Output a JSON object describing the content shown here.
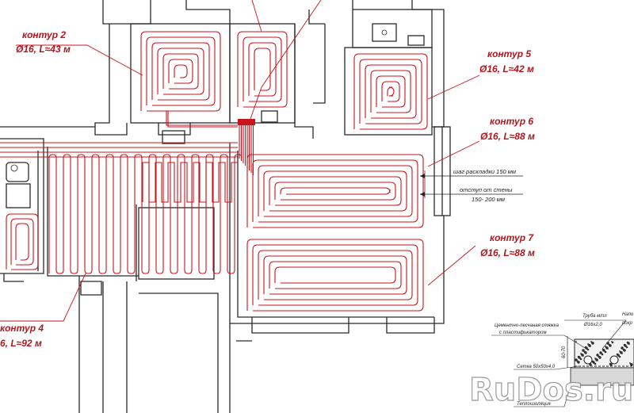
{
  "circuits": [
    {
      "id": "2",
      "name": "контур 2",
      "spec": "Ø16, L≈43 м"
    },
    {
      "id": "5",
      "name": "контур 5",
      "spec": "Ø16, L≈42 м"
    },
    {
      "id": "6",
      "name": "контур 6",
      "spec": "Ø16, L≈88 м"
    },
    {
      "id": "7",
      "name": "контур 7",
      "spec": "Ø16, L≈88 м"
    },
    {
      "id": "4",
      "name": "контур 4",
      "spec": "6, L≈92 м"
    }
  ],
  "annotations": {
    "pitch": "шаг раскладки 150 мм",
    "offset_line1": "отступ от стены",
    "offset_line2": "150- 200 мм"
  },
  "section": {
    "pipe": "Труба м/пл",
    "pipe_size": "Ø16x2,0",
    "screed_line1": "Цементно-песчаная стяжка",
    "screed_line2": "с пластификатором",
    "mesh": "Сетка 50х50х4,0",
    "insulation": "Теплоизоляция",
    "dim": "60-70",
    "cut_label_1": "Напо",
    "cut_label_2": "покр"
  },
  "watermark": "RuDos.ru",
  "colors": {
    "pipe": "#c8141c",
    "wall": "#2a2a2a",
    "label": "#b2161c"
  }
}
